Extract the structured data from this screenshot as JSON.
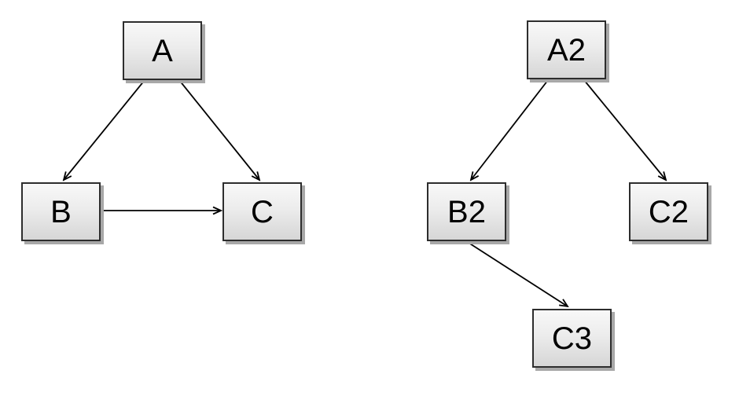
{
  "page": {
    "background_color": "#ffffff"
  },
  "node_style": {
    "fill_top": "#f8f8f8",
    "fill_bottom": "#d6d6d6",
    "border_color": "#2d2d2d",
    "shadow_color": "#a8a8a8",
    "text_color": "#000000",
    "edge_color": "#000000"
  },
  "diagrams": [
    {
      "name": "left-graph",
      "nodes": [
        {
          "id": "A",
          "label": "A"
        },
        {
          "id": "B",
          "label": "B"
        },
        {
          "id": "C",
          "label": "C"
        }
      ],
      "edges": [
        {
          "from": "A",
          "to": "B"
        },
        {
          "from": "A",
          "to": "C"
        },
        {
          "from": "B",
          "to": "C"
        }
      ]
    },
    {
      "name": "right-graph",
      "nodes": [
        {
          "id": "A2",
          "label": "A2"
        },
        {
          "id": "B2",
          "label": "B2"
        },
        {
          "id": "C2",
          "label": "C2"
        },
        {
          "id": "C3",
          "label": "C3"
        }
      ],
      "edges": [
        {
          "from": "A2",
          "to": "B2"
        },
        {
          "from": "A2",
          "to": "C2"
        },
        {
          "from": "B2",
          "to": "C3"
        }
      ]
    }
  ]
}
